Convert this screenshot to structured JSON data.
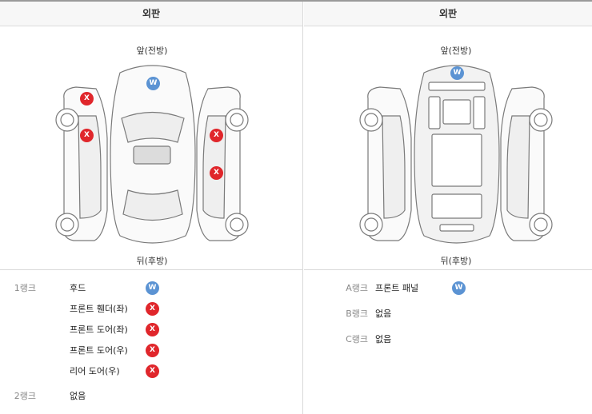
{
  "left": {
    "header": "외판",
    "front_label": "앞(전방)",
    "rear_label": "뒤(후방)",
    "markers": [
      {
        "mark": "W",
        "type": "w"
      },
      {
        "mark": "X",
        "type": "x"
      },
      {
        "mark": "X",
        "type": "x"
      },
      {
        "mark": "X",
        "type": "x"
      },
      {
        "mark": "X",
        "type": "x"
      }
    ],
    "rows": [
      {
        "rank": "1랭크",
        "part": "후드",
        "mark": "W"
      },
      {
        "rank": "",
        "part": "프론트 휀더(좌)",
        "mark": "X"
      },
      {
        "rank": "",
        "part": "프론트 도어(좌)",
        "mark": "X"
      },
      {
        "rank": "",
        "part": "프론트 도어(우)",
        "mark": "X"
      },
      {
        "rank": "",
        "part": "리어 도어(우)",
        "mark": "X"
      },
      {
        "rank": "2랭크",
        "part": "없음",
        "mark": ""
      }
    ]
  },
  "right": {
    "header": "외판",
    "front_label": "앞(전방)",
    "rear_label": "뒤(후방)",
    "markers": [
      {
        "mark": "W",
        "type": "w"
      }
    ],
    "rows": [
      {
        "rank": "A랭크",
        "part": "프론트 패널",
        "mark": "W"
      },
      {
        "rank": "B랭크",
        "part": "없음",
        "mark": ""
      },
      {
        "rank": "C랭크",
        "part": "없음",
        "mark": ""
      }
    ]
  }
}
